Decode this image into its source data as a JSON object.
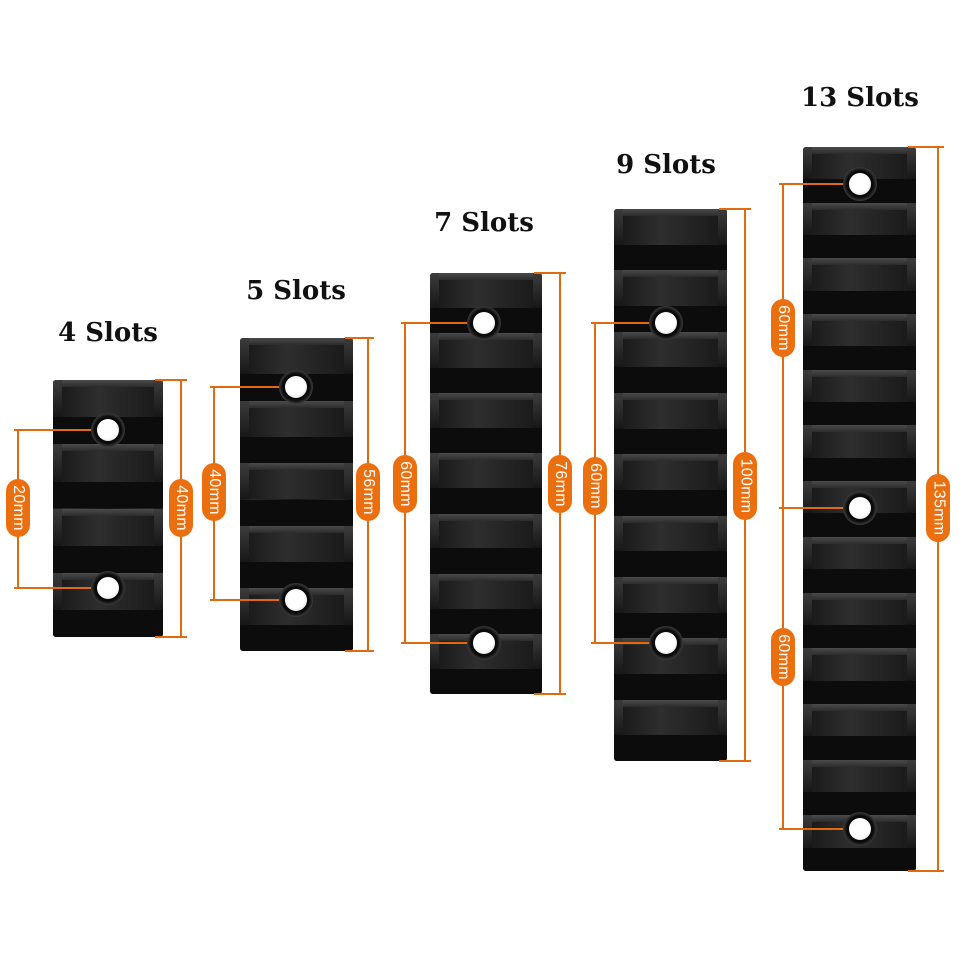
{
  "rails": [
    {
      "title": "4 Slots",
      "height_label": "40mm",
      "spacing_labels": [
        "20mm"
      ]
    },
    {
      "title": "5 Slots",
      "height_label": "56mm",
      "spacing_labels": [
        "40mm"
      ]
    },
    {
      "title": "7 Slots",
      "height_label": "76mm",
      "spacing_labels": [
        "60mm"
      ]
    },
    {
      "title": "9 Slots",
      "height_label": "100mm",
      "spacing_labels": [
        "60mm"
      ]
    },
    {
      "title": "13 Slots",
      "height_label": "135mm",
      "spacing_labels": [
        "60mm",
        "60mm"
      ]
    }
  ],
  "colors": {
    "dimension_orange": "#ec6f0f",
    "rail_black": "#1a1a1a",
    "background": "#ffffff"
  }
}
